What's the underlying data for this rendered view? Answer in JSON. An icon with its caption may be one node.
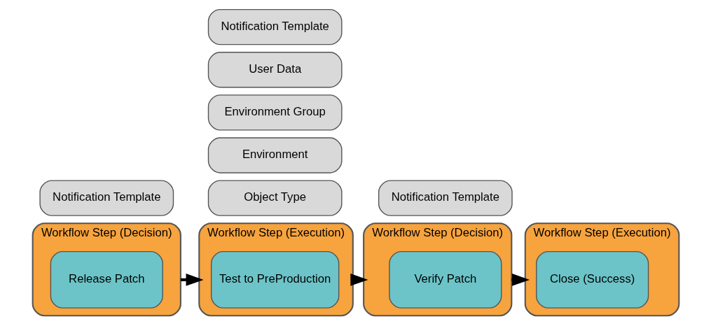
{
  "diagram": {
    "nodes": [
      {
        "text": [
          "Notification Template"
        ]
      },
      {
        "text": [
          "Workflow Step (Decision)"
        ]
      },
      {
        "text": [
          "Release Patch"
        ],
        "in": 1
      },
      {
        "text": [
          "Notification Template"
        ]
      },
      {
        "text": [
          "User Data"
        ]
      },
      {
        "text": [
          "Environment Group"
        ]
      },
      {
        "text": [
          "Environment"
        ]
      },
      {
        "text": [
          "Object Type"
        ]
      },
      {
        "text": [
          "Workflow Step (Execution)"
        ]
      },
      {
        "text": [
          "Test to PreProduction"
        ],
        "in": 8
      },
      {
        "text": [
          "Notification Template"
        ]
      },
      {
        "text": [
          "Workflow Step (Decision)"
        ]
      },
      {
        "text": [
          "Verify Patch"
        ],
        "in": 11
      },
      {
        "text": [
          "Workflow Step (Execution)"
        ]
      },
      {
        "text": [
          "Close (Success)"
        ],
        "in": 13
      }
    ],
    "edges": [
      {
        "from": 1,
        "to": 8,
        "arrow": "to"
      },
      {
        "from": 8,
        "to": 11,
        "arrow": "to"
      },
      {
        "from": 11,
        "to": 13,
        "arrow": "to"
      }
    ]
  }
}
